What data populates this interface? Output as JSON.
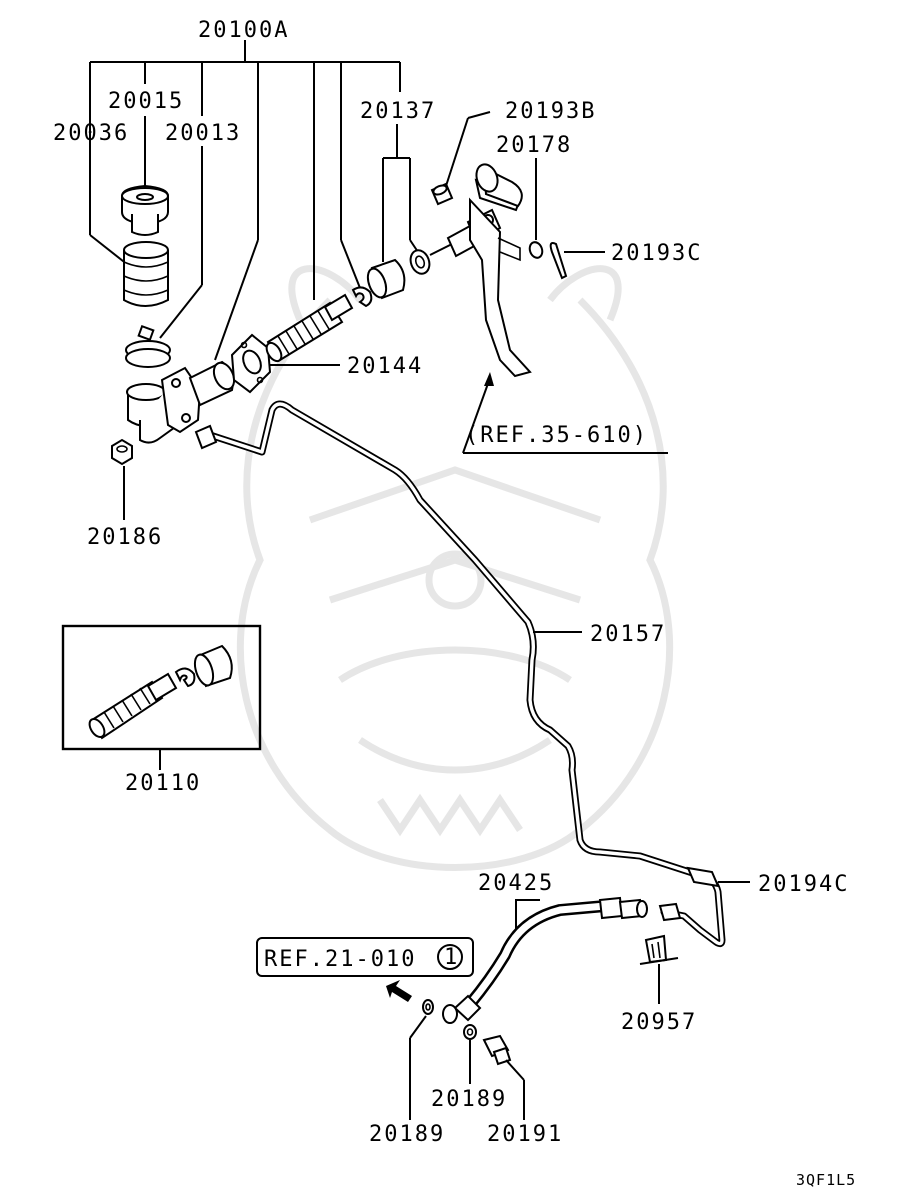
{
  "diagram": {
    "callouts": {
      "assembly": "20100A",
      "cap": "20015",
      "reservoir": "20036",
      "clamp": "20013",
      "ring": "20137",
      "pin": "20193B",
      "washer": "20178",
      "cotter": "20193C",
      "gasket": "20144",
      "nut": "20186",
      "tube": "20157",
      "repair_kit": "20110",
      "hose_bracket": "20194C",
      "hose": "20425",
      "clip": "20957",
      "gasket_a": "20189",
      "gasket_b": "20189",
      "bolt": "20191"
    },
    "references": {
      "pedal": "(REF.35-610)",
      "release": "REF.21-010",
      "release_circle": "1"
    },
    "code": "3QF1L5"
  }
}
